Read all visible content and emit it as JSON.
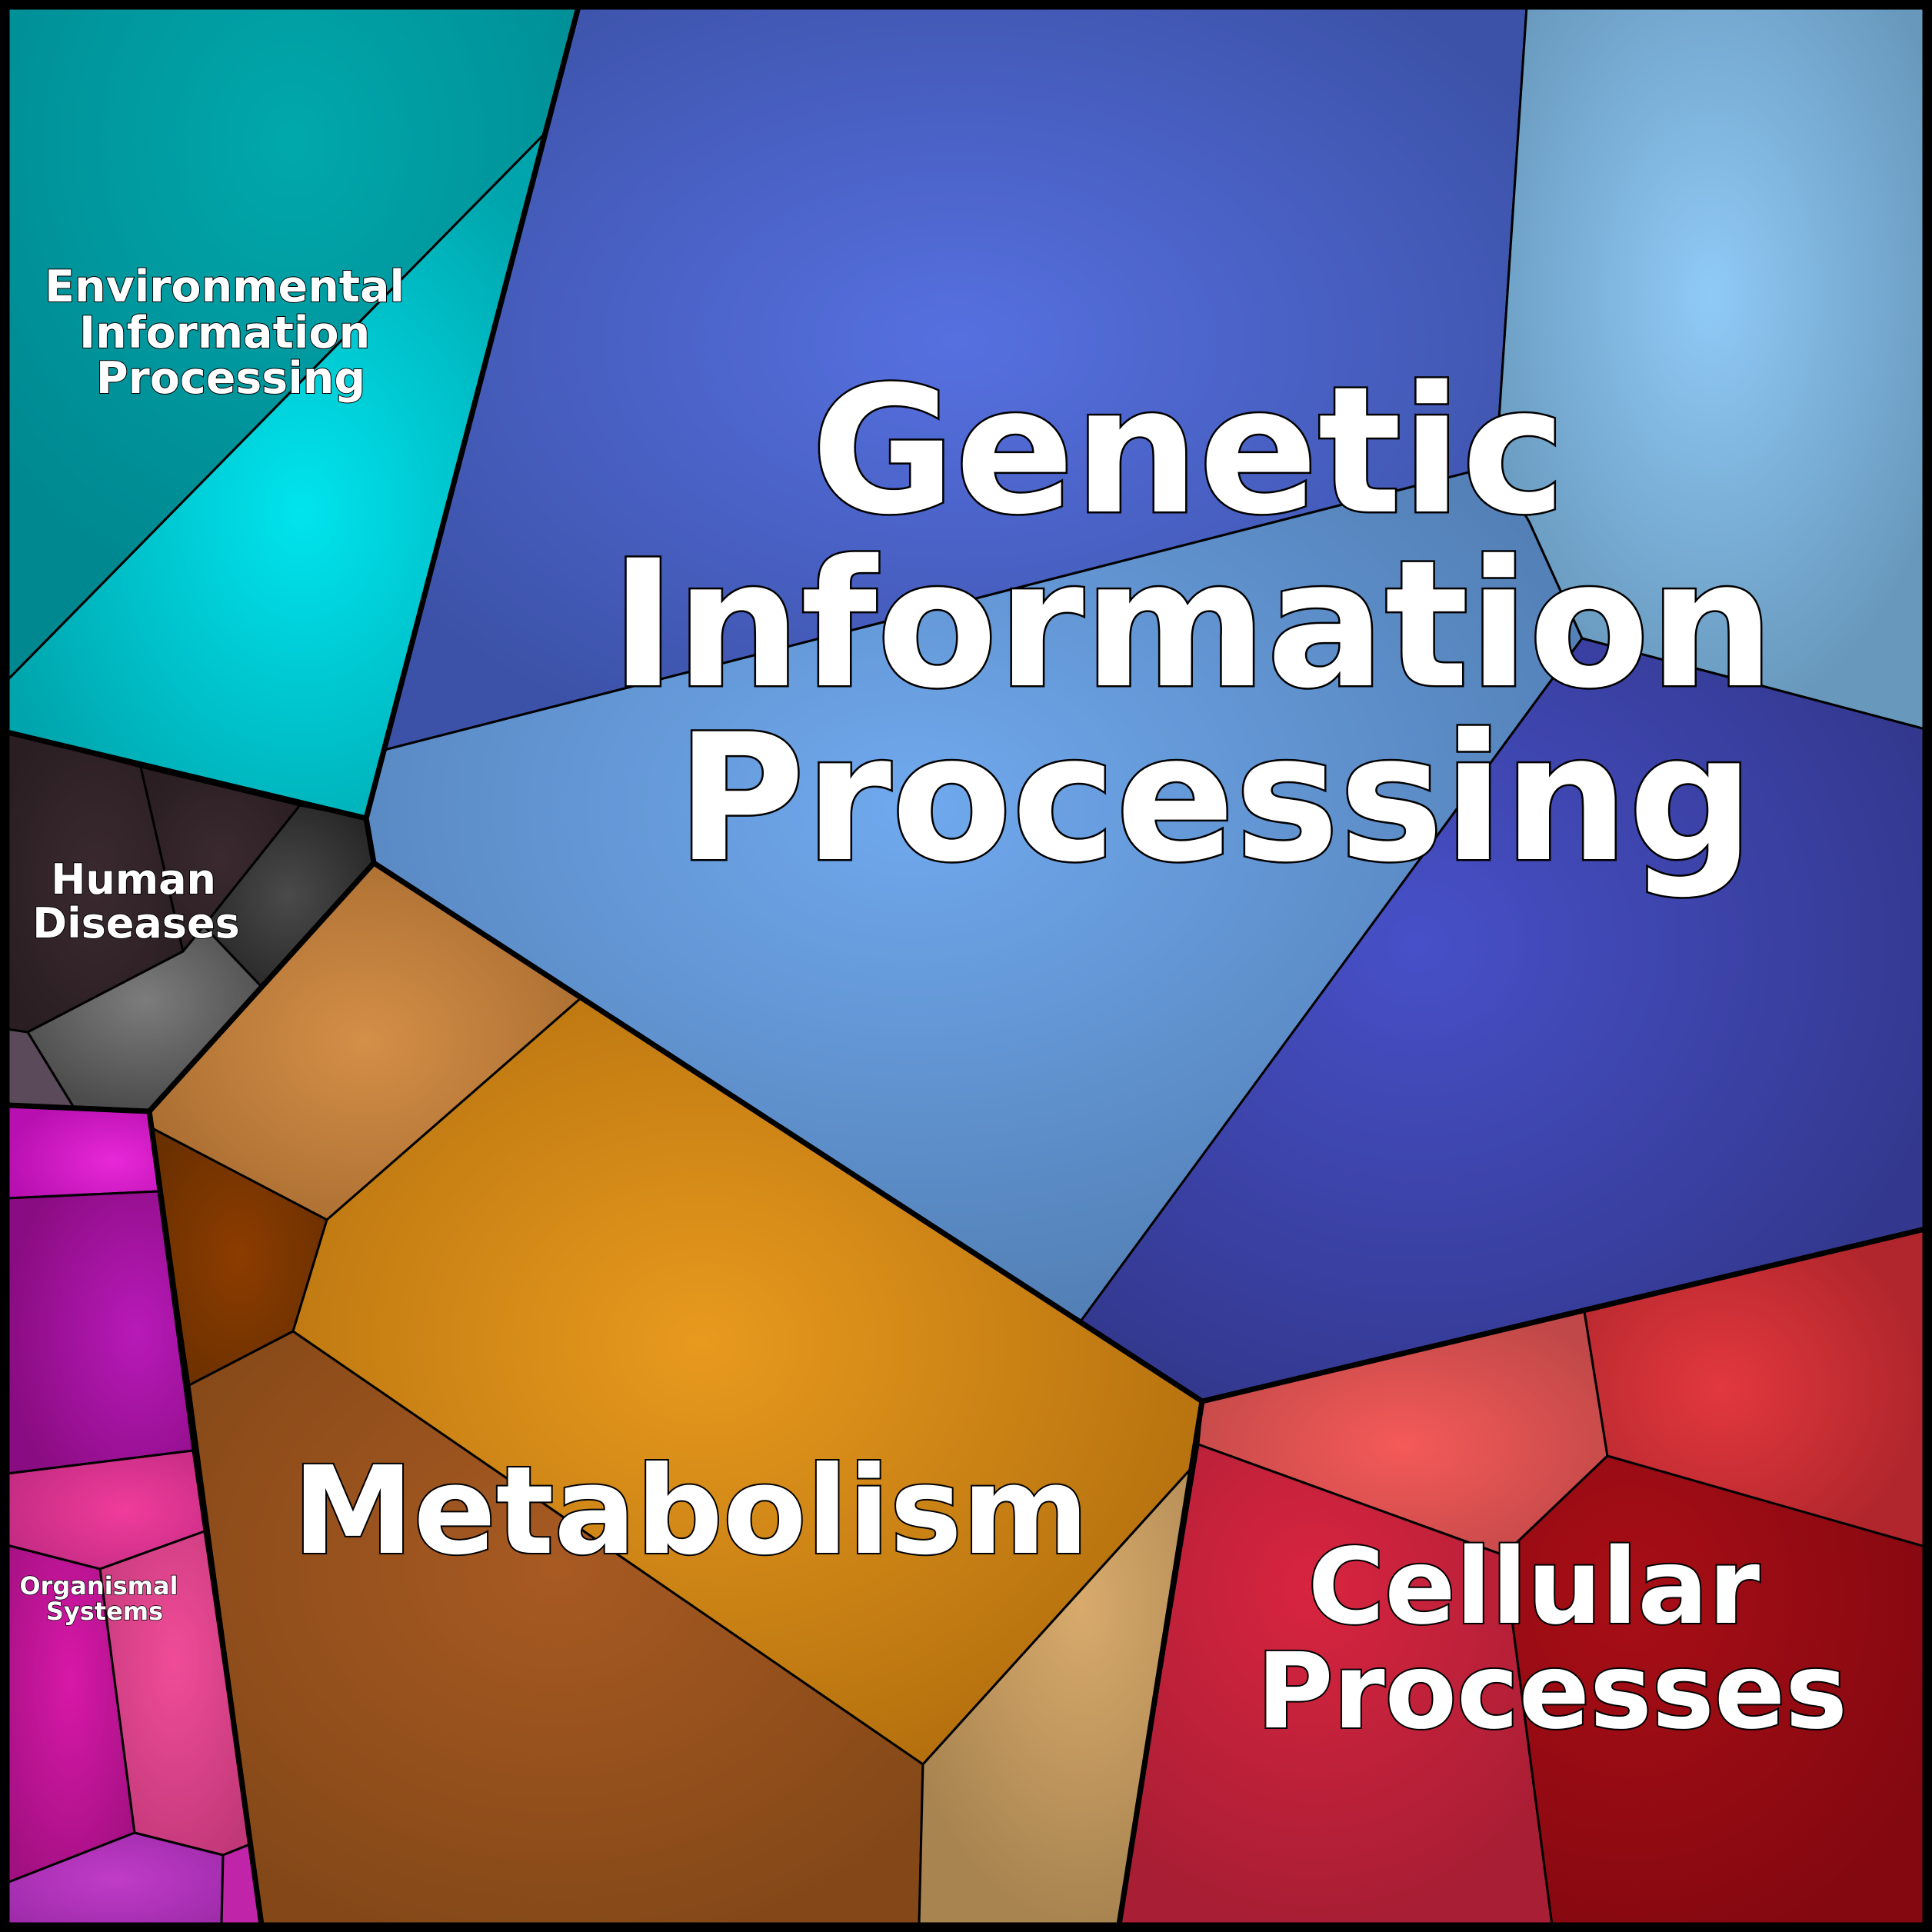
{
  "diagram": {
    "type": "voronoi-treemap",
    "groups": [
      {
        "id": "genetic",
        "label_lines": [
          "Genetic",
          "Information",
          "Processing"
        ],
        "colors": {
          "light": "#6fa9ec",
          "dark": "#3c4aa2",
          "accent": "#8cc8f4"
        }
      },
      {
        "id": "metabolism",
        "label_lines": [
          "Metabolism"
        ],
        "colors": {
          "light": "#e7991e",
          "dark": "#8a4a1c",
          "accent": "#d2a56b"
        }
      },
      {
        "id": "cellular",
        "label_lines": [
          "Cellular",
          "Processes"
        ],
        "colors": {
          "light": "#f25656",
          "dark": "#8c0a12",
          "accent": "#b31c36"
        }
      },
      {
        "id": "environmental",
        "label_lines": [
          "Environmental",
          "Information",
          "Processing"
        ],
        "colors": {
          "light": "#00e1ec",
          "dark": "#008a94"
        }
      },
      {
        "id": "human",
        "label_lines": [
          "Human",
          "Diseases"
        ],
        "colors": {
          "light": "#7a7a7a",
          "dark": "#2a1e22"
        }
      },
      {
        "id": "organismal",
        "label_lines": [
          "Organismal",
          "Systems"
        ],
        "colors": {
          "light": "#e42ad6",
          "dark": "#8c0c84",
          "accent": "#f24a9a"
        }
      }
    ]
  }
}
